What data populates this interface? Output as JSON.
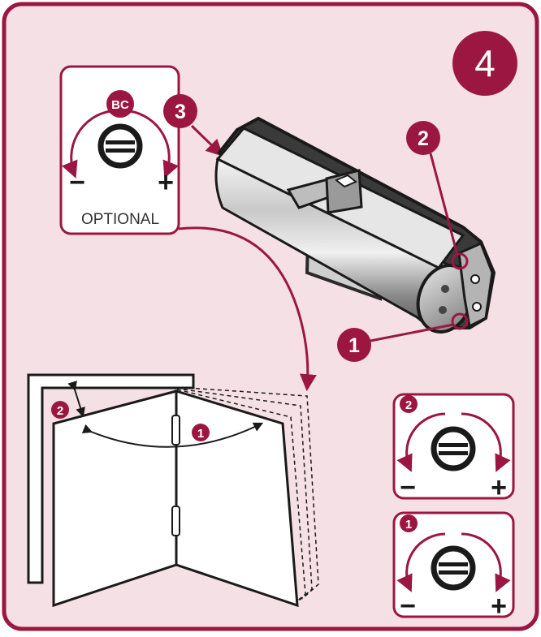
{
  "step_number": "4",
  "optional_label": "OPTIONAL",
  "bc_badge": "BC",
  "callouts": {
    "one": "1",
    "two": "2",
    "three": "3"
  },
  "minus_sign": "−",
  "plus_sign": "+",
  "colors": {
    "brand": "#9b1742",
    "panel": "#f5e1e5",
    "white": "#ffffff",
    "ink": "#1a1a1a"
  },
  "icons": [
    "adjustment-screw-icon",
    "rotation-arrow-icon",
    "door-closer-body",
    "double-door-icon"
  ]
}
